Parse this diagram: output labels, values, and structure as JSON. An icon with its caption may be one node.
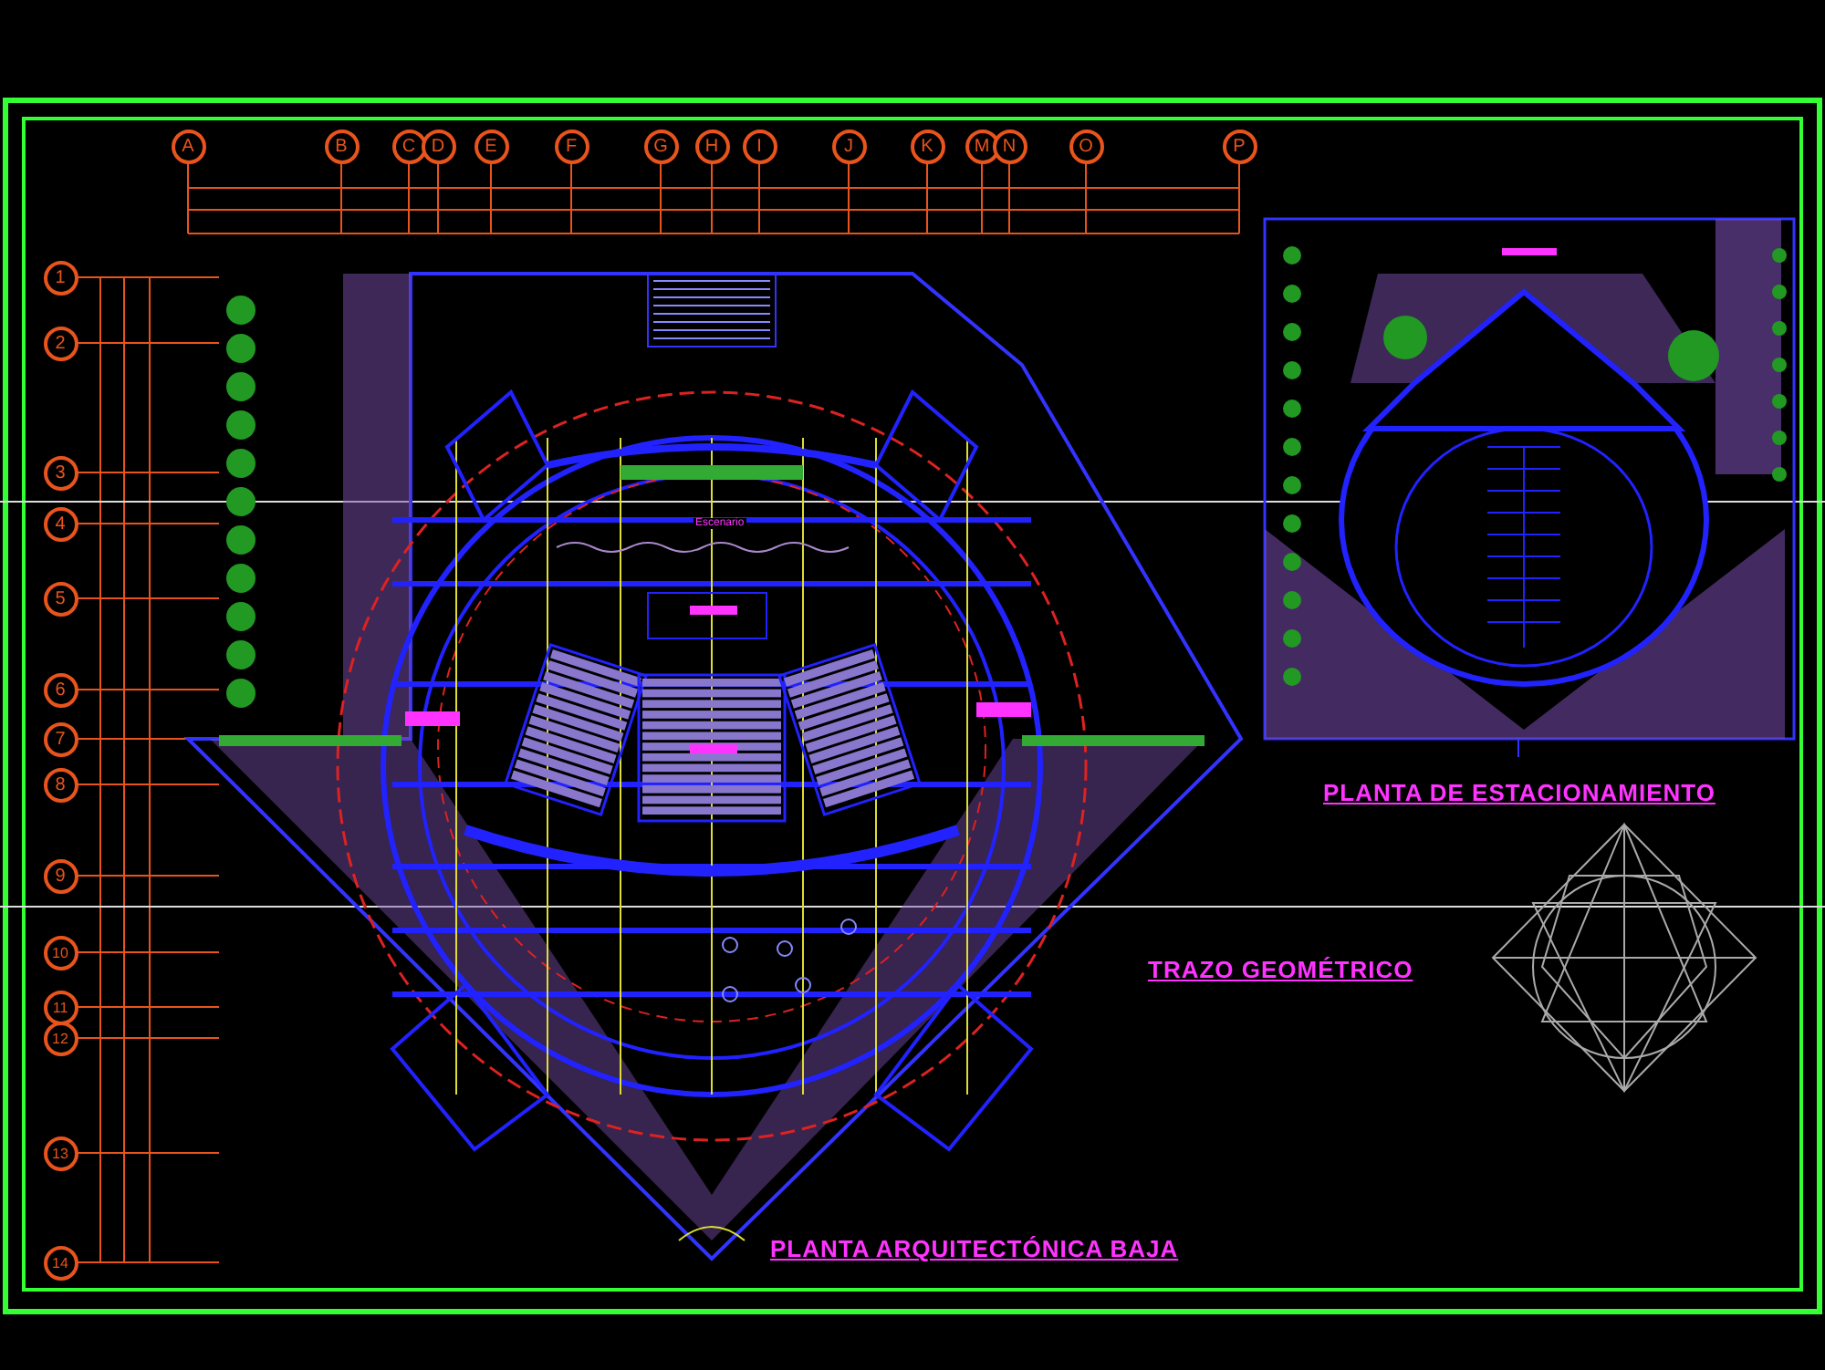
{
  "diagram": {
    "labels": [
      "A",
      "B",
      "C",
      "D",
      "E",
      "F",
      "G",
      "H",
      "I",
      "J",
      "K",
      "M",
      "N",
      "O",
      "P",
      "1",
      "2",
      "3",
      "4",
      "5",
      "6",
      "7",
      "8",
      "9",
      "10",
      "11",
      "12",
      "13",
      "14",
      "Escenario",
      "PLANTA  DE ESTACIONAMIENTO",
      "TRAZO GEOMÉTRICO",
      "PLANTA  ARQUITECTÓNICA BAJA"
    ]
  }
}
